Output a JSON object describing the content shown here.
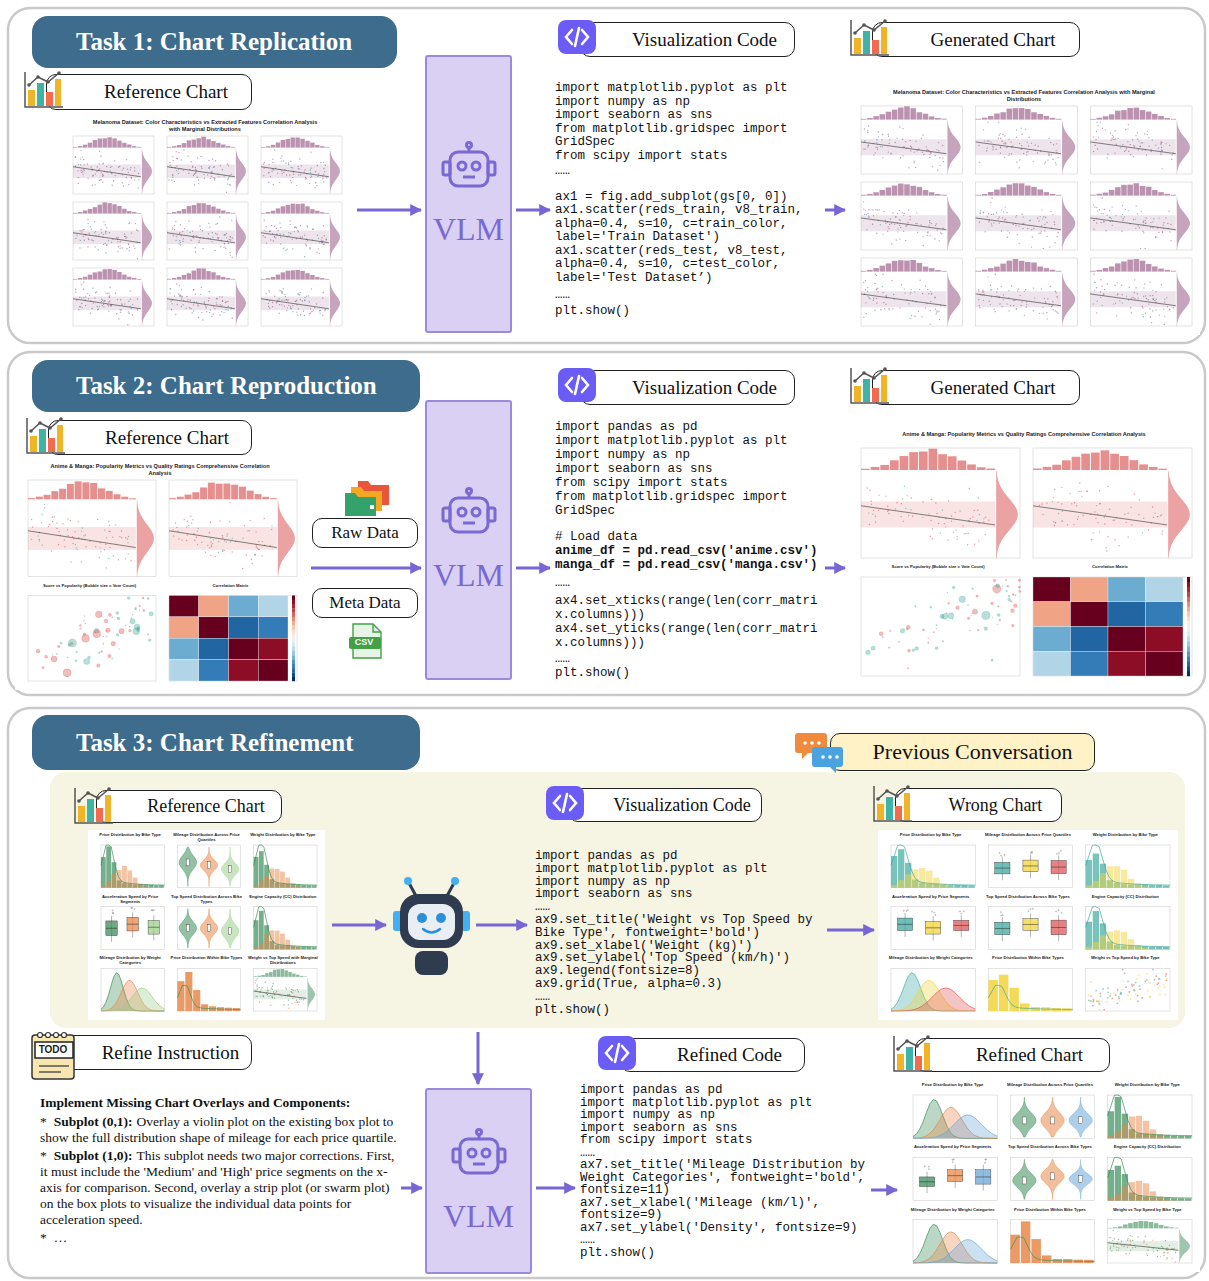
{
  "diagram": {
    "nodes": [
      {
        "text": [
          "Task 1: Chart Replication"
        ]
      },
      {
        "text": [
          "Reference Chart"
        ],
        "in": 0
      },
      {
        "text": [
          "Melanoma Dataset: Color Characteristics vs Extracted Features Correlation Analysis with Marginal Distributions"
        ],
        "in": 0
      },
      {
        "text": [
          "VLM"
        ],
        "in": 0
      },
      {
        "text": [
          "Visualization Code"
        ],
        "in": 0
      },
      {
        "text": [
          "import matplotlib.pyplot as plt",
          "import numpy as np",
          "import seaborn as sns",
          "from matplotlib.gridspec import GridSpec",
          "from scipy import stats",
          "……",
          "ax1 = fig.add_subplot(gs[0, 0])",
          "ax1.scatter(reds_train, v8_train, alpha=0.4, s=10, c=train_color, label='Train Dataset')",
          "ax1.scatter(reds_test, v8_test, alpha=0.4, s=10, c=test_color, label='Test Dataset’)",
          "……",
          "plt.show()"
        ],
        "in": 0
      },
      {
        "text": [
          "Generated Chart"
        ],
        "in": 0
      },
      {
        "text": [
          "Melanoma Dataset: Color Characteristics vs Extracted Features Correlation Analysis with Marginal Distributions"
        ],
        "in": 0
      },
      {
        "text": [
          "Task 2: Chart Reproduction"
        ]
      },
      {
        "text": [
          "Reference Chart"
        ],
        "in": 8
      },
      {
        "text": [
          "Anime & Manga: Popularity Metrics vs Quality Ratings Comprehensive Correlation Analysis",
          "Score vs Popularity (Bubble size = Vote Count)",
          "Correlation Matrix"
        ],
        "in": 8
      },
      {
        "text": [
          "Raw Data"
        ],
        "in": 8
      },
      {
        "text": [
          "Meta Data"
        ],
        "in": 8
      },
      {
        "text": [
          "VLM"
        ],
        "in": 8
      },
      {
        "text": [
          "Visualization Code"
        ],
        "in": 8
      },
      {
        "text": [
          "import pandas as pd",
          "import matplotlib.pyplot as plt",
          "import numpy as np",
          "import seaborn as sns",
          "from scipy import stats",
          "from matplotlib.gridspec import GridSpec",
          "# Load data",
          "anime_df = pd.read_csv('anime.csv')",
          "manga_df = pd.read_csv('manga.csv')",
          "……",
          "ax4.set_xticks(range(len(corr_matrix.columns)))",
          "ax4.set_yticks(range(len(corr_matrix.columns)))",
          "……",
          "plt.show()"
        ],
        "in": 8
      },
      {
        "text": [
          "Generated Chart"
        ],
        "in": 8
      },
      {
        "text": [
          "Anime & Manga: Popularity Metrics vs Quality Ratings Comprehensive Correlation Analysis",
          "Score vs Popularity (Bubble size = Vote Count)",
          "Correlation Matrix"
        ],
        "in": 8
      },
      {
        "text": [
          "Task 3: Chart Refinement"
        ]
      },
      {
        "text": [
          "Previous Conversation"
        ],
        "in": 18
      },
      {
        "text": [
          "Reference Chart"
        ],
        "in": 19
      },
      {
        "text": [
          "Price Distribution by Bike Type",
          "Mileage Distribution Across Price Quartiles",
          "Weight Distribution by Bike Type",
          "Acceleration Speed by Price Segments",
          "Top Speed Distribution Across Bike Types",
          "Engine Capacity (CC) Distribution",
          "Mileage Distribution by Weight Categories",
          "Price Distribution Within Bike Types",
          "Weight vs Top Speed with Marginal Distributions"
        ],
        "in": 19
      },
      {
        "text": [
          "Visualization Code"
        ],
        "in": 19
      },
      {
        "text": [
          "import pandas as pd",
          "import matplotlib.pyplot as plt",
          "import numpy as np",
          "import seaborn as sns",
          "……",
          "ax9.set_title('Weight vs Top Speed by Bike Type', fontweight='bold')",
          "ax9.set_xlabel('Weight (kg)')",
          "ax9.set_ylabel('Top Speed (km/h)')",
          "ax9.legend(fontsize=8)",
          "ax9.grid(True, alpha=0.3)",
          "……",
          "plt.show()"
        ],
        "in": 19
      },
      {
        "text": [
          "Wrong Chart"
        ],
        "in": 19
      },
      {
        "text": [
          "Price Distribution by Bike Type",
          "Mileage Distribution Across Price Quartiles",
          "Weight Distribution by Bike Type",
          "Acceleration Speed by Price Segments",
          "Top Speed Distribution Across Bike Types",
          "Engine Capacity (CC) Distribution",
          "Mileage Distribution by Weight Categories",
          "Price Distribution Within Bike Types",
          "Weight vs Top Speed by Bike Type"
        ],
        "in": 19
      },
      {
        "text": [
          "Refine Instruction"
        ],
        "in": 18
      },
      {
        "text": [
          "Implement Missing Chart Overlays and Components:",
          "*",
          "Subplot (0,1):",
          "Overlay a violin plot on the existing box plot to show the full distribution shape of mileage for each price quartile.",
          "*",
          "Subplot (1,0):",
          "This subplot needs two major corrections. First, it must include the 'Medium' and 'High' price segments on the x-axis for comparison. Second, overlay a strip plot (or swarm plot) on the box plots to visualize the individual data points for acceleration speed.",
          "*",
          "…"
        ],
        "in": 18
      },
      {
        "text": [
          "VLM"
        ],
        "in": 18
      },
      {
        "text": [
          "Refined Code"
        ],
        "in": 18
      },
      {
        "text": [
          "import pandas as pd",
          "import matplotlib.pyplot as plt",
          "import numpy as np",
          "import seaborn as sns",
          "from scipy import stats",
          "……",
          "ax7.set_title('Mileage Distribution by Weight Categories', fontweight='bold', fontsize=11)",
          "ax7.set_xlabel('Mileage (km/l)', fontsize=9)",
          "ax7.set_ylabel('Density', fontsize=9)",
          "……",
          "plt.show()"
        ],
        "in": 18
      },
      {
        "text": [
          "Refined Chart"
        ],
        "in": 18
      },
      {
        "text": [
          "Price Distribution by Bike Type",
          "Mileage Distribution Across Price Quartiles",
          "Weight Distribution by Bike Type",
          "Acceleration Speed by Price Segments",
          "Top Speed Distribution Across Bike Types",
          "Engine Capacity (CC) Distribution",
          "Mileage Distribution by Weight Categories",
          "Price Distribution Within Bike Types",
          "Weight vs Top Speed by Bike Type"
        ],
        "in": 18
      }
    ],
    "edges": [
      {
        "from": 2,
        "to": 3,
        "arrow": "to"
      },
      {
        "from": 3,
        "to": 5,
        "arrow": "to"
      },
      {
        "from": 5,
        "to": 7,
        "arrow": "to"
      },
      {
        "from": 10,
        "to": 13,
        "arrow": "to"
      },
      {
        "from": 13,
        "to": 15,
        "arrow": "to"
      },
      {
        "from": 15,
        "to": 17,
        "arrow": "to"
      },
      {
        "from": 23,
        "to": 25,
        "arrow": "to"
      },
      {
        "from": 19,
        "to": 28,
        "arrow": "to"
      },
      {
        "from": 27,
        "to": 28,
        "arrow": "to"
      },
      {
        "from": 28,
        "to": 30,
        "arrow": "to"
      },
      {
        "from": 30,
        "to": 32,
        "arrow": "to"
      }
    ],
    "labels": [
      "CSV",
      "TODO"
    ]
  }
}
